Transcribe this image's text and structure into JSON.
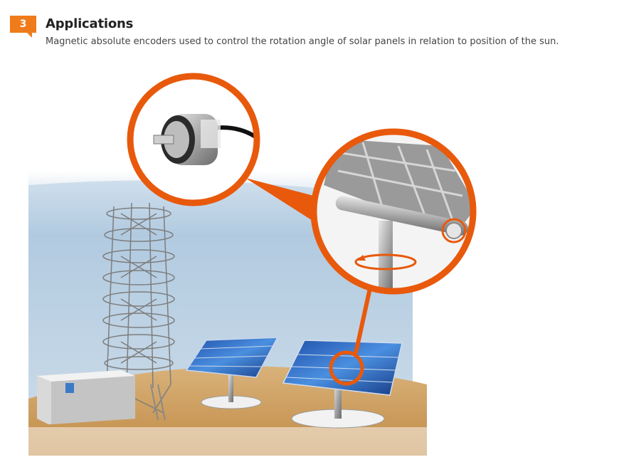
{
  "section": {
    "number": "3",
    "title": "Applications",
    "description": "Magnetic absolute encoders used to control the rotation angle of solar panels in relation to position of the sun."
  },
  "colors": {
    "accent": "#f07b1a",
    "callout": "#e8590c",
    "sky_top": "#8fb3d1",
    "ground": "#c99b5c"
  },
  "illustration": {
    "icons": [
      "encoder-icon",
      "tower-icon",
      "building-icon",
      "solar-panel-icon",
      "rotation-arrow-icon",
      "magnifier-callout-icon"
    ]
  }
}
